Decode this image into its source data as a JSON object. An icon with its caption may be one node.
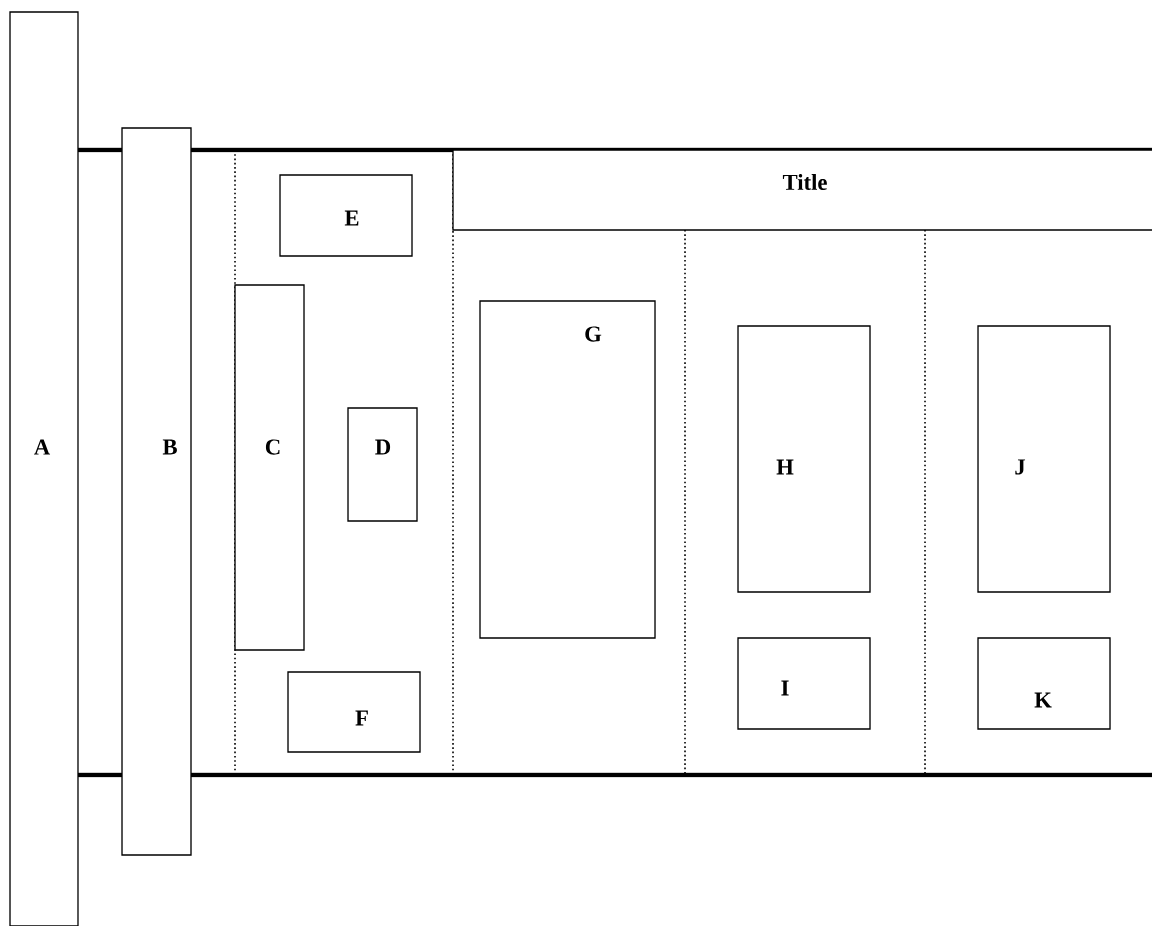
{
  "diagram": {
    "nodes": [
      {
        "text": [
          "A"
        ]
      },
      {
        "text": [
          "B"
        ]
      },
      {
        "text": [
          "C"
        ]
      },
      {
        "text": [
          "D"
        ]
      },
      {
        "text": [
          "E"
        ]
      },
      {
        "text": [
          "F"
        ]
      },
      {
        "text": [
          "Title"
        ]
      },
      {
        "text": [
          "G"
        ]
      },
      {
        "text": [
          "H"
        ]
      },
      {
        "text": [
          "I"
        ]
      },
      {
        "text": [
          "J"
        ]
      },
      {
        "text": [
          "K"
        ]
      }
    ]
  }
}
